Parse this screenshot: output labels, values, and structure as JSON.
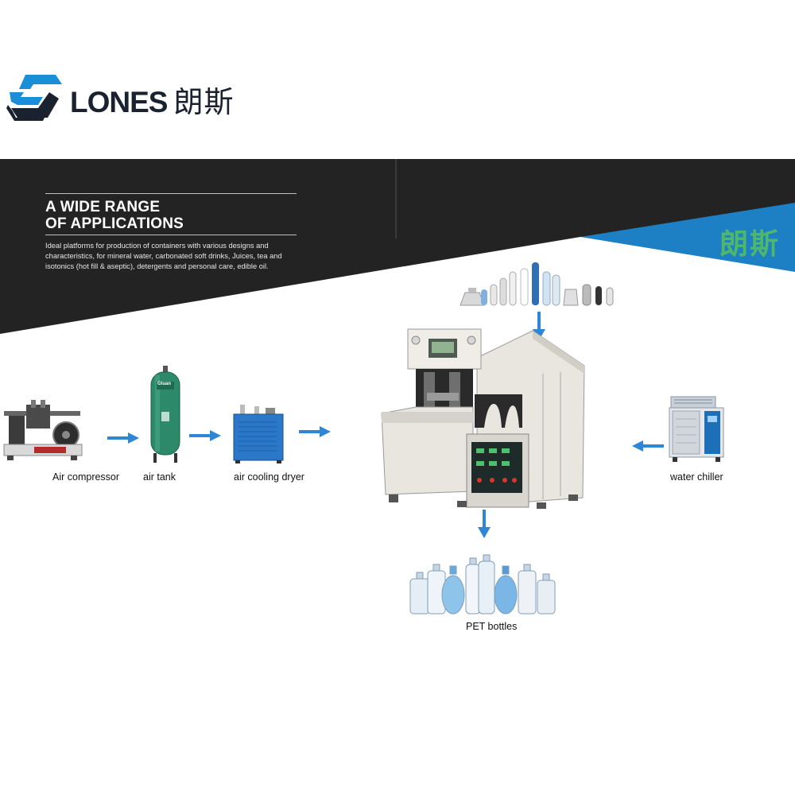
{
  "logo": {
    "brand": "LONES",
    "brand_cn": "朗斯"
  },
  "banner": {
    "headline_line1": "A WIDE RANGE",
    "headline_line2": "OF APPLICATIONS",
    "description": "Ideal platforms for production of containers with various designs and characteristics, for mineral water, carbonated soft drinks, Juices, tea and isotonics (hot fill & aseptic), detergents and personal care, edible oil.",
    "corner_text_cn": "朗斯"
  },
  "components": {
    "air_compressor": "Air compressor",
    "air_tank": "air tank",
    "air_cooling_dryer": "air cooling dryer",
    "water_chiller": "water chiller",
    "pet_bottles": "PET bottles",
    "tank_brand": "Gluan"
  },
  "colors": {
    "banner_dark": "#232323",
    "accent_blue": "#1d7fc4",
    "arrow_blue": "#2e86d6",
    "logo_blue": "#1a8fd8",
    "logo_dark": "#1a2230",
    "machine_body": "#e8e6df",
    "tank_green": "#2c8a6a"
  },
  "icons": {
    "flow_arrow": "arrow-right-icon",
    "down_arrow": "arrow-down-icon",
    "left_arrow": "arrow-left-icon"
  }
}
